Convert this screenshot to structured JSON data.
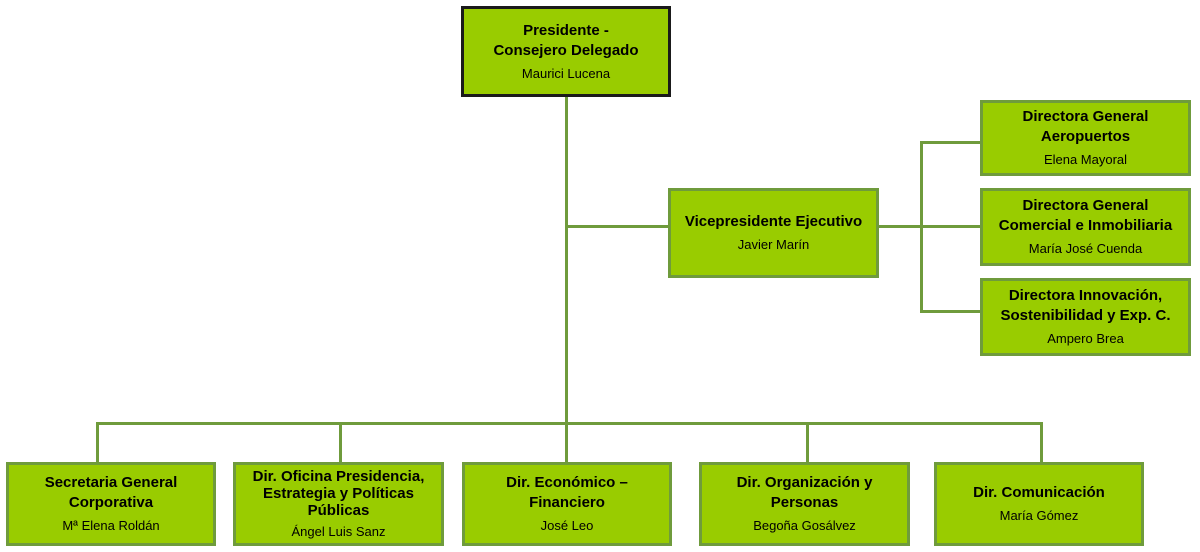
{
  "colors": {
    "box_fill": "#99cc00",
    "box_border": "#6f9b3c",
    "root_border": "#1a1a1a",
    "line": "#6f9b3c"
  },
  "root": {
    "title_1": "Presidente -",
    "title_2": "Consejero Delegado",
    "name": "Maurici Lucena"
  },
  "vp": {
    "title": "Vicepresidente Ejecutivo",
    "name": "Javier Marín"
  },
  "directors": [
    {
      "title_1": "Directora General",
      "title_2": "Aeropuertos",
      "name": "Elena Mayoral"
    },
    {
      "title_1": "Directora General",
      "title_2": "Comercial e Inmobiliaria",
      "name": "María José Cuenda"
    },
    {
      "title_1": "Directora Innovación,",
      "title_2": "Sostenibilidad y Exp. C.",
      "name": "Ampero Brea"
    }
  ],
  "bottom": [
    {
      "title": "Secretaria General Corporativa",
      "name": "Mª Elena Roldán"
    },
    {
      "title": "Dir. Oficina Presidencia, Estrategia y Políticas Públicas",
      "name": "Ángel Luis Sanz"
    },
    {
      "title": "Dir. Económico – Financiero",
      "name": "José Leo"
    },
    {
      "title": "Dir. Organización y Personas",
      "name": "Begoña Gosálvez"
    },
    {
      "title": "Dir. Comunicación",
      "name": "María Gómez"
    }
  ]
}
